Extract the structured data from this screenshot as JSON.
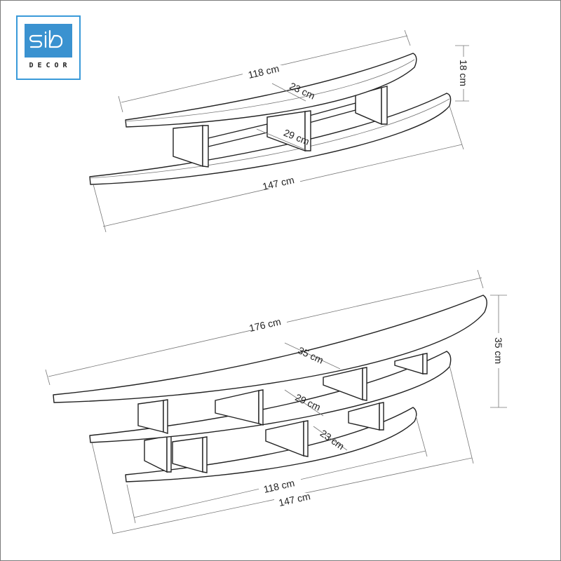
{
  "brand": {
    "name": "sib",
    "subtitle": "DECOR",
    "accent_color": "#3a92d0"
  },
  "diagrams": [
    {
      "id": "two-tier-shelf",
      "dimensions": {
        "top_length": "118 cm",
        "top_depth": "23 cm",
        "bottom_depth": "29 cm",
        "bottom_length": "147 cm",
        "height": "18 cm"
      }
    },
    {
      "id": "three-tier-shelf",
      "dimensions": {
        "top_length": "176 cm",
        "top_depth": "35 cm",
        "middle_depth": "29 cm",
        "bottom_depth": "23 cm",
        "bottom_length": "118 cm",
        "middle_length": "147 cm",
        "height": "35 cm"
      }
    }
  ]
}
